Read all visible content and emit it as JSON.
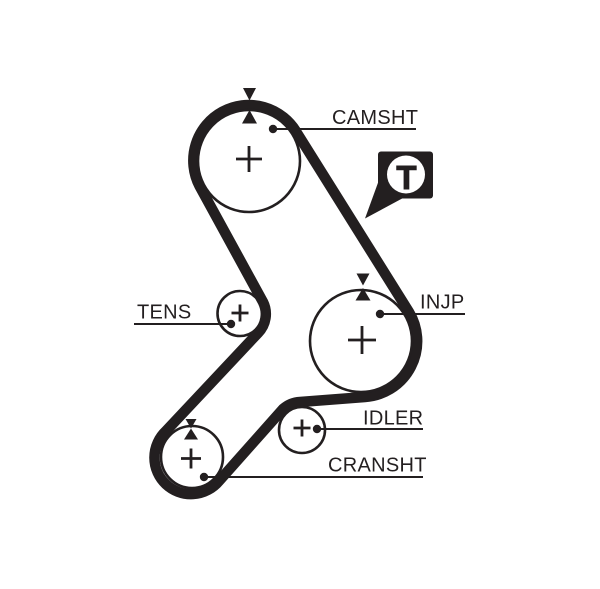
{
  "labels": {
    "camsht": "CAMSHT",
    "tens": "TENS",
    "injp": "INJP",
    "idler": "IDLER",
    "cransht": "CRANSHT"
  },
  "badge": {
    "letter": "T"
  },
  "icons": {
    "timing_mark": "opposed-triangle-alignment-marks",
    "pulley_center": "cross-center-mark",
    "leader_dot": "filled-dot",
    "badge_shape": "speech-bubble-t-badge"
  },
  "colors": {
    "ink": "#231f20",
    "background": "#ffffff"
  }
}
